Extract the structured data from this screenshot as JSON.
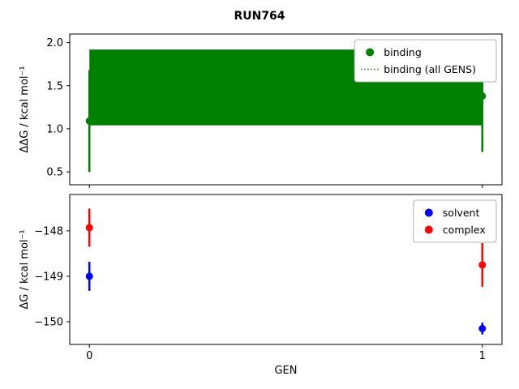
{
  "figure": {
    "title": "RUN764",
    "xlabel": "GEN",
    "background": "#ffffff",
    "text_color": "#000000"
  },
  "chart_data": [
    {
      "type": "scatter",
      "panel": "top",
      "title": "",
      "ylabel": "ΔΔG / kcal mol⁻¹",
      "xlabel": "",
      "grid": false,
      "legend_loc": "upper right",
      "xlim": [
        -0.05,
        1.05
      ],
      "ylim": [
        0.35,
        2.1
      ],
      "xticks": [
        0,
        1
      ],
      "xtick_labels": [
        "0",
        "1"
      ],
      "show_xtick_labels": false,
      "yticks": [
        0.5,
        1.0,
        1.5,
        2.0
      ],
      "ytick_labels": [
        "0.5",
        "1.0",
        "1.5",
        "2.0"
      ],
      "band": {
        "label": "binding (all GENS)",
        "color": "#008000",
        "x": [
          0,
          1
        ],
        "y_low": 1.04,
        "y_high": 1.92
      },
      "series": [
        {
          "name": "binding",
          "color": "#008000",
          "marker": "circle",
          "x": [
            0,
            1
          ],
          "y": [
            1.09,
            1.38
          ],
          "yerr": [
            0.59,
            0.65
          ]
        }
      ],
      "legend": [
        {
          "label": "binding",
          "marker": "circle",
          "color": "#008000"
        },
        {
          "label": "binding (all GENS)",
          "marker": "dotted-line",
          "color": "#008000"
        }
      ]
    },
    {
      "type": "scatter",
      "panel": "bottom",
      "title": "",
      "ylabel": "ΔG / kcal mol⁻¹",
      "xlabel": "GEN",
      "grid": false,
      "legend_loc": "upper right",
      "xlim": [
        -0.05,
        1.05
      ],
      "ylim": [
        -150.5,
        -147.2
      ],
      "xticks": [
        0,
        1
      ],
      "xtick_labels": [
        "0",
        "1"
      ],
      "show_xtick_labels": true,
      "yticks": [
        -148,
        -149,
        -150
      ],
      "ytick_labels": [
        "−148",
        "−149",
        "−150"
      ],
      "series": [
        {
          "name": "solvent",
          "color": "#0000ff",
          "marker": "circle",
          "x": [
            0,
            1
          ],
          "y": [
            -149.0,
            -150.15
          ],
          "yerr": [
            0.32,
            0.13
          ]
        },
        {
          "name": "complex",
          "color": "#ff0000",
          "marker": "circle",
          "x": [
            0,
            1
          ],
          "y": [
            -147.93,
            -148.75
          ],
          "yerr": [
            0.42,
            0.48
          ]
        }
      ],
      "legend": [
        {
          "label": "solvent",
          "marker": "circle",
          "color": "#0000ff"
        },
        {
          "label": "complex",
          "marker": "circle",
          "color": "#ff0000"
        }
      ]
    }
  ]
}
